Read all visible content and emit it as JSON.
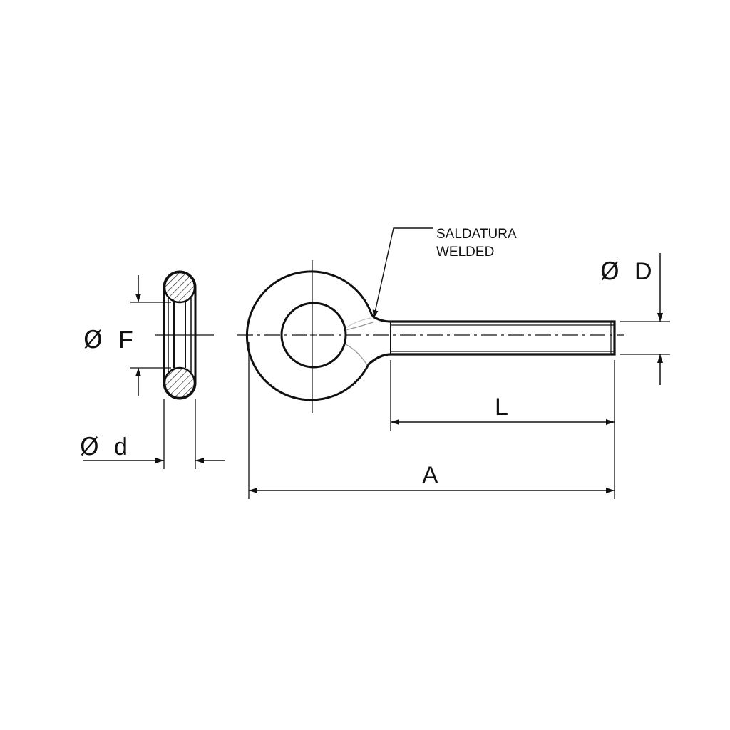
{
  "drawing": {
    "callout": {
      "line1": "SALDATURA",
      "line2": "WELDED"
    },
    "dimensions": {
      "symbol": "Ø",
      "F": "F",
      "d": "d",
      "D": "D",
      "L": "L",
      "A": "A"
    },
    "line_color": "#111111",
    "background": "#ffffff"
  }
}
